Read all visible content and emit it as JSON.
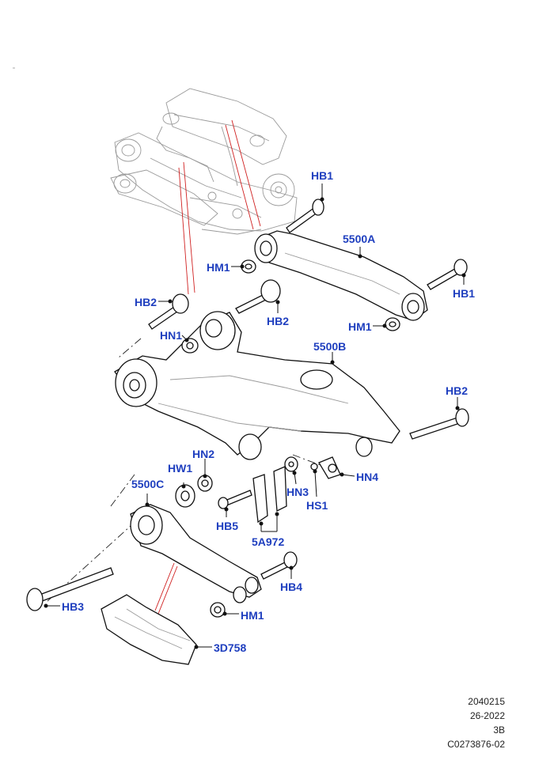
{
  "callouts": {
    "hb1_top": "HB1",
    "part_5500a": "5500A",
    "hm1_left": "HM1",
    "hb1_right": "HB1",
    "hm1_right": "HM1",
    "hb2_left": "HB2",
    "hb2_mid": "HB2",
    "hn1": "HN1",
    "part_5500b": "5500B",
    "hb2_right": "HB2",
    "hn2": "HN2",
    "hw1": "HW1",
    "part_5500c": "5500C",
    "hn3": "HN3",
    "hn4": "HN4",
    "hs1": "HS1",
    "hb5": "HB5",
    "part_5a972": "5A972",
    "hb4": "HB4",
    "hb3": "HB3",
    "hm1_bottom": "HM1",
    "part_3d758": "3D758"
  },
  "footer": {
    "line1": "2040215",
    "line2": "26-2022",
    "line3": "3B",
    "line4": "C0273876-02"
  },
  "colors": {
    "callout": "#1f3fbf",
    "leader_red": "#d02020",
    "line": "#111111"
  }
}
